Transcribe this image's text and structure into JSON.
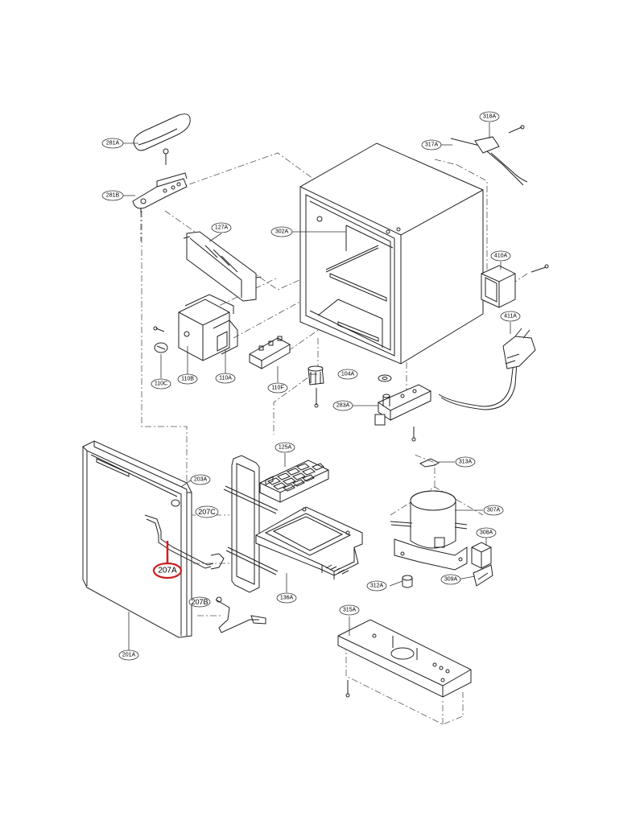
{
  "highlight_color": "#cc1f1f",
  "highlighted_part": "207A",
  "labels": {
    "l281A": "281A",
    "l281B": "281B",
    "l127A": "127A",
    "l302A": "302A",
    "l318A": "318A",
    "l317A": "317A",
    "l410A": "410A",
    "l411A": "411A",
    "l110C": "110C",
    "l110B": "110B",
    "l110A": "110A",
    "l110F": "110F",
    "l104A": "104A",
    "l283A": "283A",
    "l125A": "125A",
    "l203A": "203A",
    "l207C": "207C",
    "l207A": "207A",
    "l207B": "207B",
    "l136A": "136A",
    "l201A": "201A",
    "l313A": "313A",
    "l307A": "307A",
    "l308A": "308A",
    "l309A": "309A",
    "l312A": "312A",
    "l315A": "315A"
  }
}
